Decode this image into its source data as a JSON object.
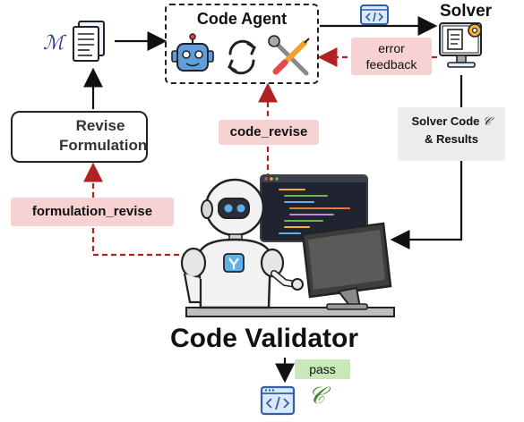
{
  "code_agent": {
    "title": "Code Agent"
  },
  "solver": {
    "title": "Solver"
  },
  "revise": {
    "line1": "Revise",
    "line2": "Formulation"
  },
  "error_feedback": {
    "line1": "error",
    "line2": "feedback"
  },
  "code_revise": "code_revise",
  "formulation_revise": "formulation_revise",
  "solver_code": {
    "line1": "Solver Code",
    "symbol": "𝒞",
    "line2": "& Results"
  },
  "code_validator": "Code Validator",
  "pass": "pass",
  "symbols": {
    "model": "ℳ",
    "code": "𝒞"
  },
  "icons": [
    "document-icon",
    "robot-icon",
    "refresh-icon",
    "tools-icon",
    "code-window-icon",
    "solver-computer-icon",
    "revise-pencil-icon",
    "robot-validator-illustration"
  ],
  "colors": {
    "red_dash": "#b22222",
    "red_pill": "#f6d2d2",
    "gray_pill": "#ececec",
    "green_pill": "#c9e8b8",
    "icon_blue": "#2f5fa8"
  }
}
